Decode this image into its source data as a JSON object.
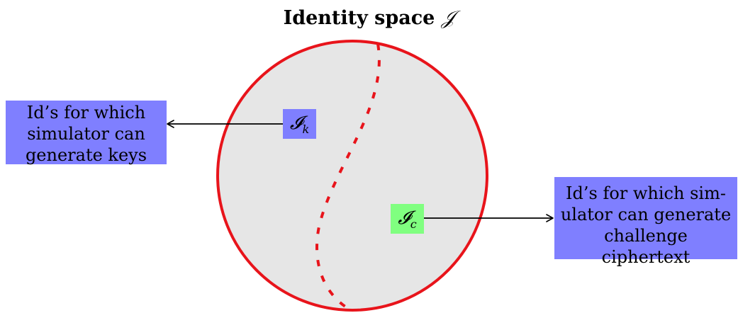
{
  "title": {
    "text": "Identity space",
    "symbol": "𝒥"
  },
  "tags": {
    "keys": {
      "main": "𝓘",
      "sub": "k"
    },
    "challenge": {
      "main": "𝓘",
      "sub": "c"
    }
  },
  "notes": {
    "keys": [
      "Id’s for which",
      "simulator can",
      "generate keys"
    ],
    "challenge": [
      "Id’s for which sim-",
      "ulator can generate",
      "challenge ciphertext"
    ]
  },
  "colors": {
    "circle_stroke": "#e8141b",
    "circle_fill": "#e6e6e6",
    "note_fill": "#7f7fff",
    "tag_c_fill": "#80ff80",
    "arrow": "#000000"
  }
}
